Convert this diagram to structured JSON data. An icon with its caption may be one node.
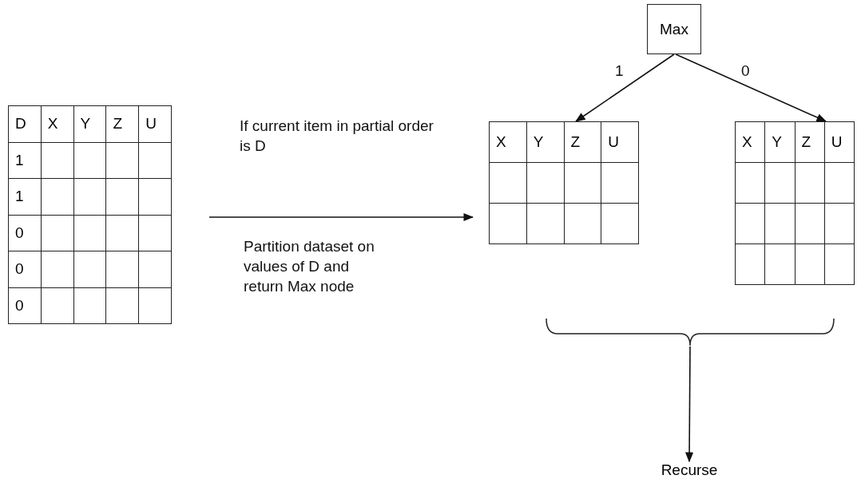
{
  "diagram": {
    "nodes": [
      {
        "text": [
          "D",
          "X",
          "Y",
          "Z",
          "U",
          "1",
          "1",
          "0",
          "0",
          "0"
        ]
      },
      {
        "text": [
          "Max"
        ]
      },
      {
        "text": [
          "X",
          "Y",
          "Z",
          "U"
        ]
      },
      {
        "text": [
          "X",
          "Y",
          "Z",
          "U"
        ]
      },
      {
        "text": [],
        "shape": "brace"
      },
      {
        "text": [
          "Recurse"
        ]
      }
    ],
    "edges": [
      {
        "from": 0,
        "to": 2,
        "arrow": "to",
        "label": "If current item in partial order is D"
      },
      {
        "from": 1,
        "to": 2,
        "arrow": "to",
        "label": "1"
      },
      {
        "from": 1,
        "to": 3,
        "arrow": "to",
        "label": "0"
      },
      {
        "from": 4,
        "to": 5,
        "arrow": "to"
      }
    ],
    "labels": [
      "Partition dataset on values of D and return Max node"
    ]
  }
}
